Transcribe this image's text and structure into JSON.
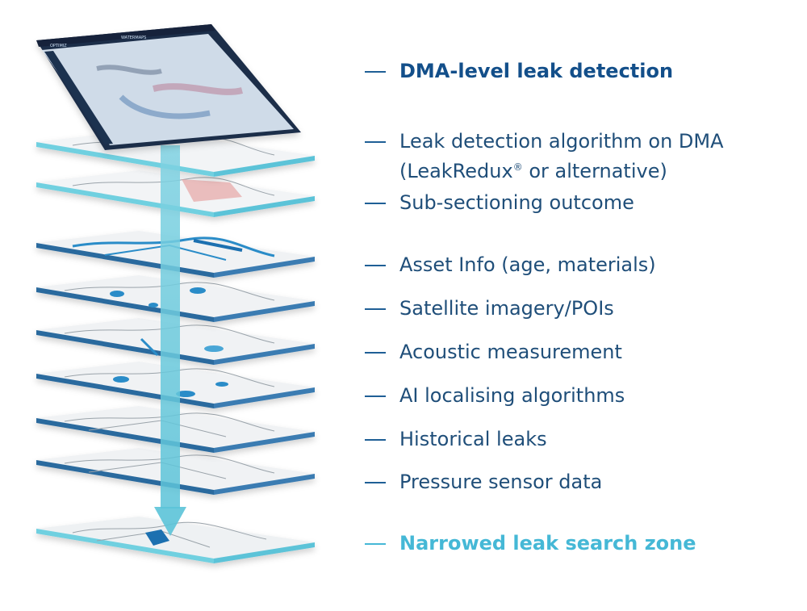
{
  "colors": {
    "dark_blue": "#134f8a",
    "text_blue": "#1f4e79",
    "teal": "#45b8d6",
    "layer_edge_teal": "#6fd0e0",
    "layer_edge_blue": "#2b6a9e"
  },
  "screen": {
    "app_name": "WATERMAPS",
    "brand": "OPTIMIZ"
  },
  "labels": {
    "dma_level": "DMA-level leak detection",
    "algorithm_line1": "Leak detection algorithm on DMA",
    "algorithm_line2_a": "(LeakRedux",
    "algorithm_line2_reg": "®",
    "algorithm_line2_b": " or alternative)",
    "sub_sectioning": "Sub-sectioning outcome",
    "asset_info": "Asset Info (age, materials)",
    "satellite": "Satellite imagery/POIs",
    "acoustic": "Acoustic measurement",
    "ai": "AI localising algorithms",
    "historical": "Historical leaks",
    "pressure": "Pressure sensor data",
    "narrowed": "Narrowed leak search zone"
  }
}
